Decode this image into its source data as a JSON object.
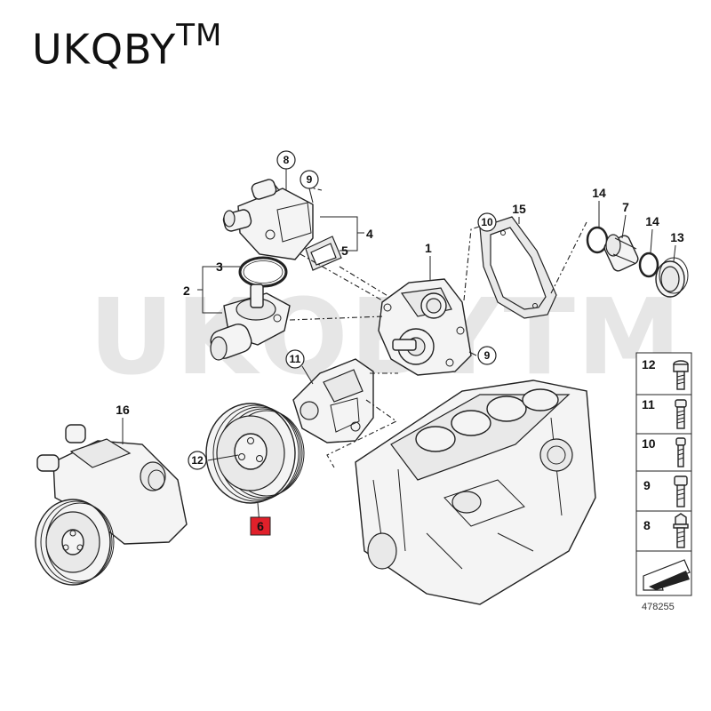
{
  "brand": {
    "name": "UKQBY",
    "mark": "TM"
  },
  "watermark": {
    "text": "UKQBYTM"
  },
  "callouts": {
    "c1": "1",
    "c2": "2",
    "c3": "3",
    "c4": "4",
    "c5": "5",
    "c6": "6",
    "c7": "7",
    "c8": "8",
    "c9a": "9",
    "c9b": "9",
    "c10": "10",
    "c11": "11",
    "c12": "12",
    "c13": "13",
    "c14a": "14",
    "c14b": "14",
    "c15": "15",
    "c16": "16"
  },
  "fastener_legend": {
    "items": [
      {
        "label": "12"
      },
      {
        "label": "11"
      },
      {
        "label": "10"
      },
      {
        "label": "9"
      },
      {
        "label": "8"
      }
    ]
  },
  "diagram_ref": "478255",
  "colors": {
    "highlight": "#e0202a",
    "line": "#222222",
    "watermark": "#e2e2e2"
  }
}
